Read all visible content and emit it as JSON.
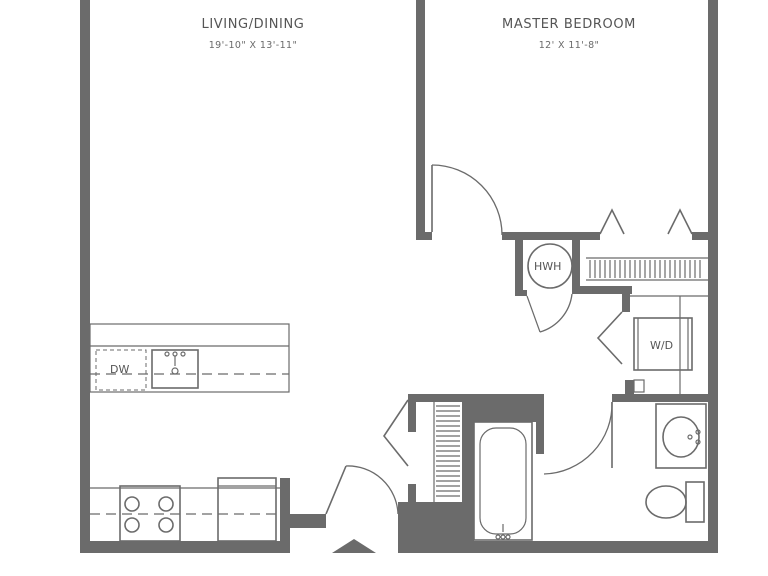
{
  "rooms": {
    "living_dining": {
      "name": "LIVING/DINING",
      "dimensions": "19'-10\" X 13'-11\""
    },
    "master_bedroom": {
      "name": "MASTER BEDROOM",
      "dimensions": "12' X 11'-8\""
    }
  },
  "fixtures": {
    "water_heater": "HWH",
    "washer_dryer": "W/D",
    "dishwasher": "DW"
  },
  "colors": {
    "wall": "#6b6b6b",
    "background": "#ffffff",
    "text": "#555555"
  }
}
